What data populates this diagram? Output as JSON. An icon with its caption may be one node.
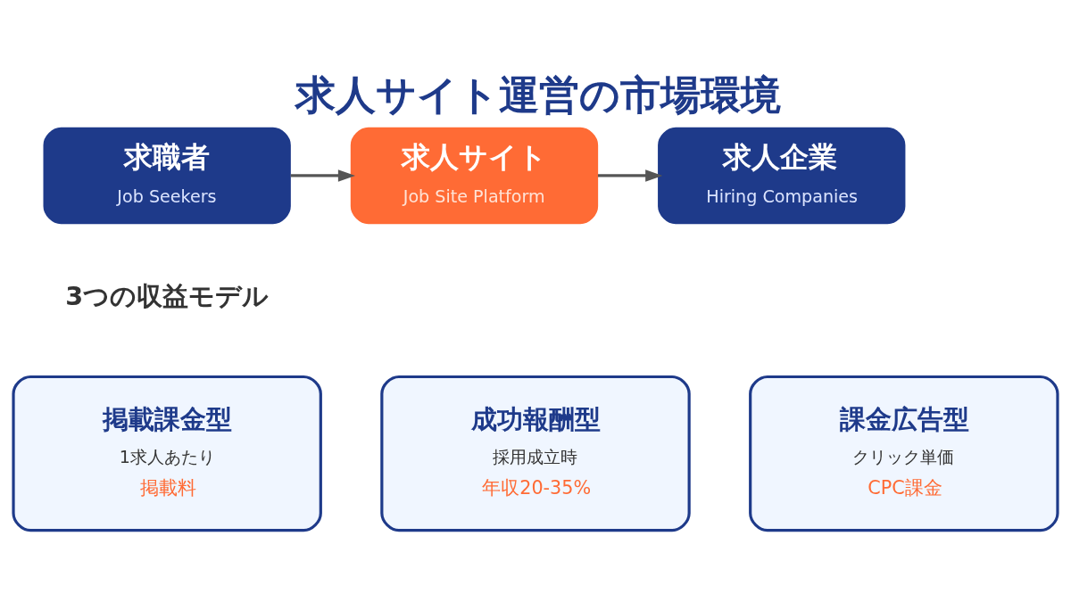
{
  "diagram": {
    "title": "求人サイト運営の市場環境",
    "nodes": [
      {
        "text": [
          "求職者",
          "Job Seekers"
        ]
      },
      {
        "text": [
          "求人サイト",
          "Job Site Platform"
        ]
      },
      {
        "text": [
          "求人企業",
          "Hiring Companies"
        ]
      },
      {
        "text": [
          "掲載課金型",
          "1求人あたり",
          "掲載料"
        ]
      },
      {
        "text": [
          "成功報酬型",
          "採用成立時",
          "年収20-35%"
        ]
      },
      {
        "text": [
          "課金広告型",
          "クリック単価",
          "CPC課金"
        ]
      }
    ],
    "edges": [
      {
        "from": 0,
        "to": 1,
        "arrow": "to"
      },
      {
        "from": 1,
        "to": 2,
        "arrow": "to"
      }
    ],
    "labels": [
      "3つの収益モデル"
    ]
  }
}
